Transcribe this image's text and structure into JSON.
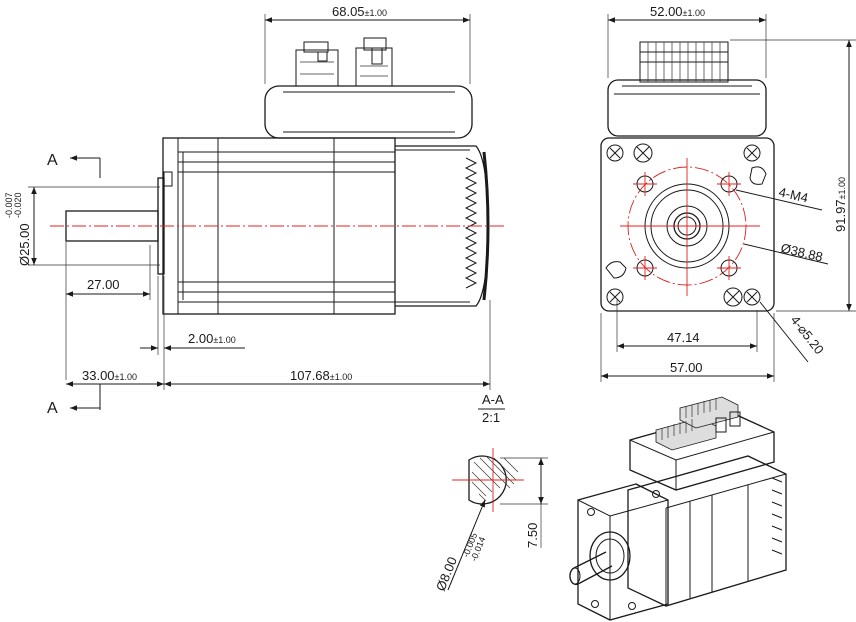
{
  "dimensions": {
    "top_width": "68.05",
    "top_width_tol": "±1.00",
    "shaft_dia": "Ø25.00",
    "shaft_dia_tol_upper": "-0.007",
    "shaft_dia_tol_lower": "-0.020",
    "shaft_len": "27.00",
    "flange_thk": "2.00",
    "flange_thk_tol": "±1.00",
    "shaft_total": "33.00",
    "shaft_total_tol": "±1.00",
    "body_len": "107.68",
    "body_len_tol": "±1.00",
    "end_width": "52.00",
    "end_width_tol": "±1.00",
    "height": "91.97",
    "height_tol": "±1.00",
    "mount_holes": "4-M4",
    "pcd": "Ø38.88",
    "hole_spacing": "47.14",
    "flange_size": "57.00",
    "corner_holes": "4-⌀5.20",
    "section_shaft_dia": "Ø8.00",
    "section_shaft_tol_upper": "-0.005",
    "section_shaft_tol_lower": "-0.014",
    "flat_height": "7.50"
  },
  "section": {
    "marker_top": "A",
    "marker_bottom": "A",
    "name": "A-A",
    "scale": "2:1"
  },
  "colors": {
    "line": "#1a1a1a",
    "centerline": "#e02020"
  }
}
